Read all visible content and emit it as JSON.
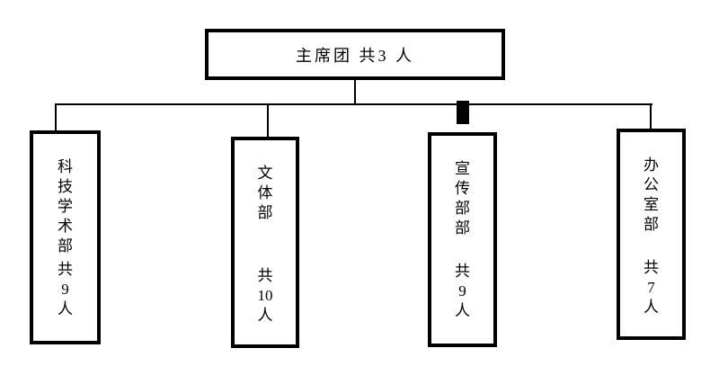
{
  "colors": {
    "background": "#ffffff",
    "line": "#000000",
    "text": "#000000"
  },
  "root": {
    "label": "主席团 共3 人"
  },
  "departments": [
    {
      "name": "科技学术部",
      "count_label": "共",
      "count": "9",
      "unit": "人"
    },
    {
      "name": "文体部",
      "count_label": "共",
      "count": "10",
      "unit": "人"
    },
    {
      "name": "宣传部部",
      "count_label": "共",
      "count": "9",
      "unit": "人"
    },
    {
      "name": "办公室部",
      "count_label": "共",
      "count": "7",
      "unit": "人"
    }
  ]
}
